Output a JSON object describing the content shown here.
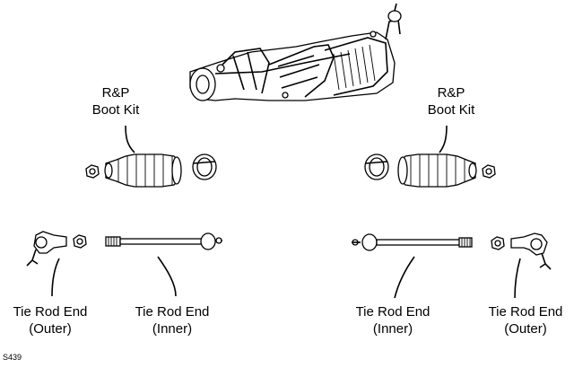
{
  "labels": {
    "boot_kit_left": {
      "line1": "R&P",
      "line2": "Boot Kit"
    },
    "boot_kit_right": {
      "line1": "R&P",
      "line2": "Boot Kit"
    },
    "tie_rod_outer_left": {
      "line1": "Tie Rod End",
      "line2": "(Outer)"
    },
    "tie_rod_inner_left": {
      "line1": "Tie Rod End",
      "line2": "(Inner)"
    },
    "tie_rod_inner_right": {
      "line1": "Tie Rod End",
      "line2": "(Inner)"
    },
    "tie_rod_outer_right": {
      "line1": "Tie Rod End",
      "line2": "(Outer)"
    }
  },
  "figure_code": "S439"
}
